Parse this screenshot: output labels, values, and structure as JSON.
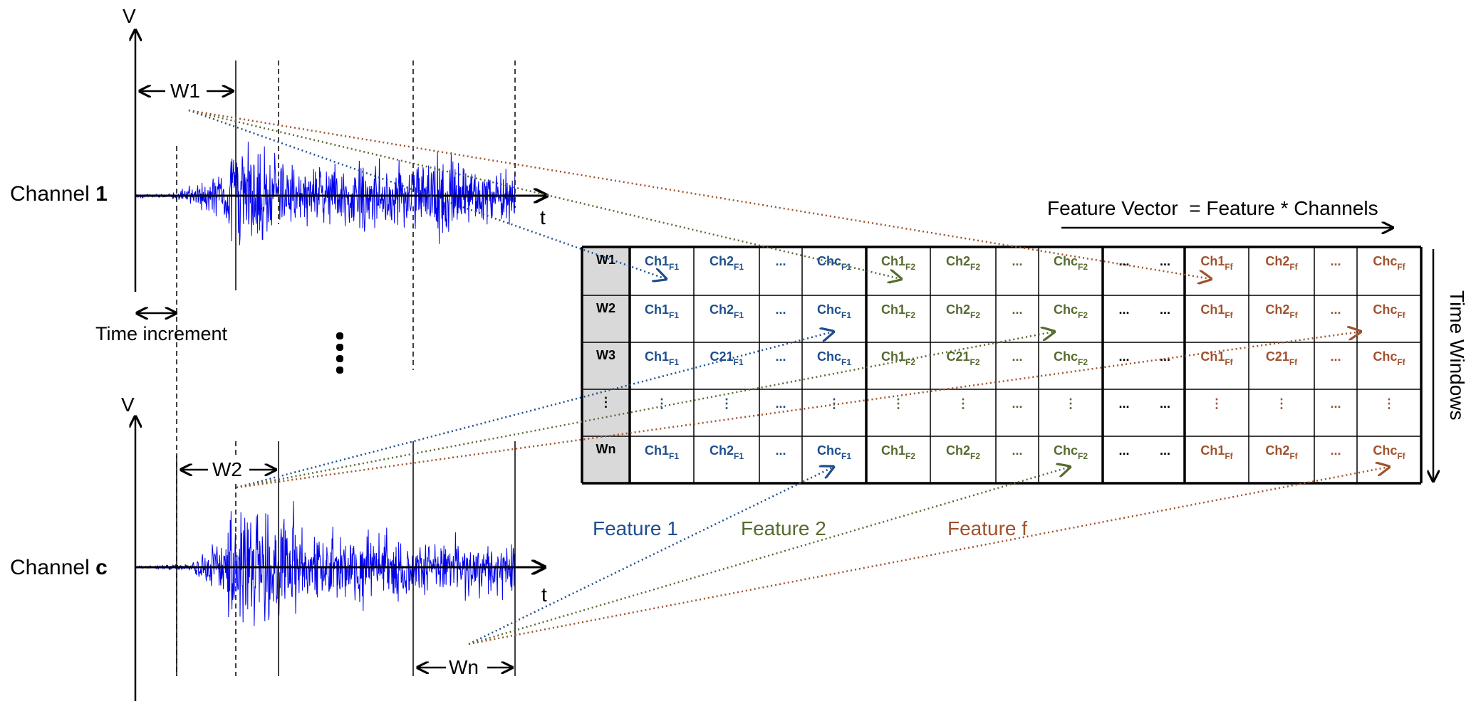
{
  "channel1": {
    "label_prefix": "Channel ",
    "label_num": "1",
    "v": "V",
    "t": "t"
  },
  "channelc": {
    "label_prefix": "Channel ",
    "label_num": "c",
    "v": "V",
    "t": "t"
  },
  "window_labels": {
    "w1": "W1",
    "w2": "W2",
    "wn": "Wn"
  },
  "time_increment": "Time increment",
  "feature_vector_label": "Feature Vector  = Feature * Channels",
  "time_windows_label": "Time Windows",
  "feature_labels": {
    "f1": "Feature 1",
    "f2": "Feature 2",
    "ff": "Feature f"
  },
  "colors": {
    "feature1": "#1f4e8c",
    "feature2": "#556b2f",
    "featuref": "#a0522d",
    "signal": "#0000ee",
    "header_bg": "#d9d9d9"
  },
  "table": {
    "row_headers": [
      "W1",
      "W2",
      "W3",
      "⋮",
      "Wn"
    ],
    "groups": [
      {
        "color_key": "feature1",
        "sub": "F1",
        "cells": [
          "Ch1",
          "Ch2",
          "...",
          "Chc"
        ],
        "w3_second": "C21"
      },
      {
        "color_key": "feature2",
        "sub": "F2",
        "cells": [
          "Ch1",
          "Ch2",
          "...",
          "Chc"
        ],
        "w3_second": "C21"
      },
      {
        "color_key": "gap",
        "cells": [
          "...",
          "..."
        ]
      },
      {
        "color_key": "featuref",
        "sub": "Ff",
        "cells": [
          "Ch1",
          "Ch2",
          "...",
          "Chc"
        ],
        "w3_second": "C21"
      }
    ]
  }
}
